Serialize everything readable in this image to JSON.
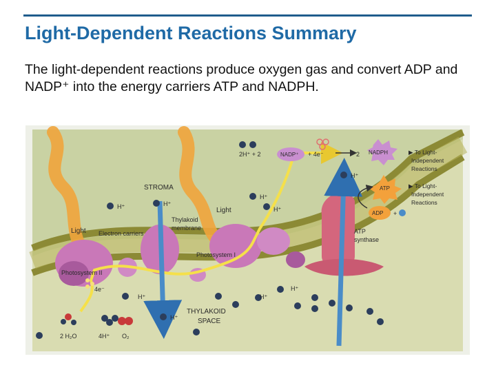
{
  "slide": {
    "title": "Light-Dependent Reactions Summary",
    "body": "The light-dependent reactions produce oxygen gas and convert ADP and NADP⁺ into the energy carriers ATP and NADPH."
  },
  "figure": {
    "labels": {
      "stroma": "STROMA",
      "thylakoid_space_1": "THYLAKOID",
      "thylakoid_space_2": "SPACE",
      "light_left": "Light",
      "light_mid": "Light",
      "electron_carriers": "Electron carriers",
      "thylakoid_membrane_1": "Thylakoid",
      "thylakoid_membrane_2": "membrane",
      "photosystem_i": "Photosystem I",
      "photosystem_ii": "Photosystem II",
      "atp_synthase_1": "ATP",
      "atp_synthase_2": "synthase",
      "h_plus": "H⁺",
      "electron_4": "4e⁻",
      "water": "2 H₂O",
      "protons_4": "4H⁺",
      "oxygen": "O₂",
      "nadph_equation_left": "2H⁺ + 2",
      "nadp_plus": "NADP⁺",
      "plus_4e": "+ 4e⁻",
      "arrow_2": "2",
      "nadph": "NADPH",
      "to_light_independent_1": "▶ To Light-",
      "to_light_independent_2": "Independent",
      "to_light_independent_3": "Reactions",
      "atp": "ATP",
      "adp": "ADP",
      "plus": "+"
    },
    "colors": {
      "stroma_bg": "#c9d2a3",
      "lumen_bg": "#d9dcb1",
      "membrane": "#8c8a35",
      "photosystem": "#c978b8",
      "light_arrow": "#f0a43c",
      "electron_path": "#f5e04a",
      "proton_arrow": "#4a8cc8",
      "atp_burst": "#f3a13b",
      "nadph_burst": "#c98fd0",
      "atp_synthase": "#d4667d"
    }
  }
}
